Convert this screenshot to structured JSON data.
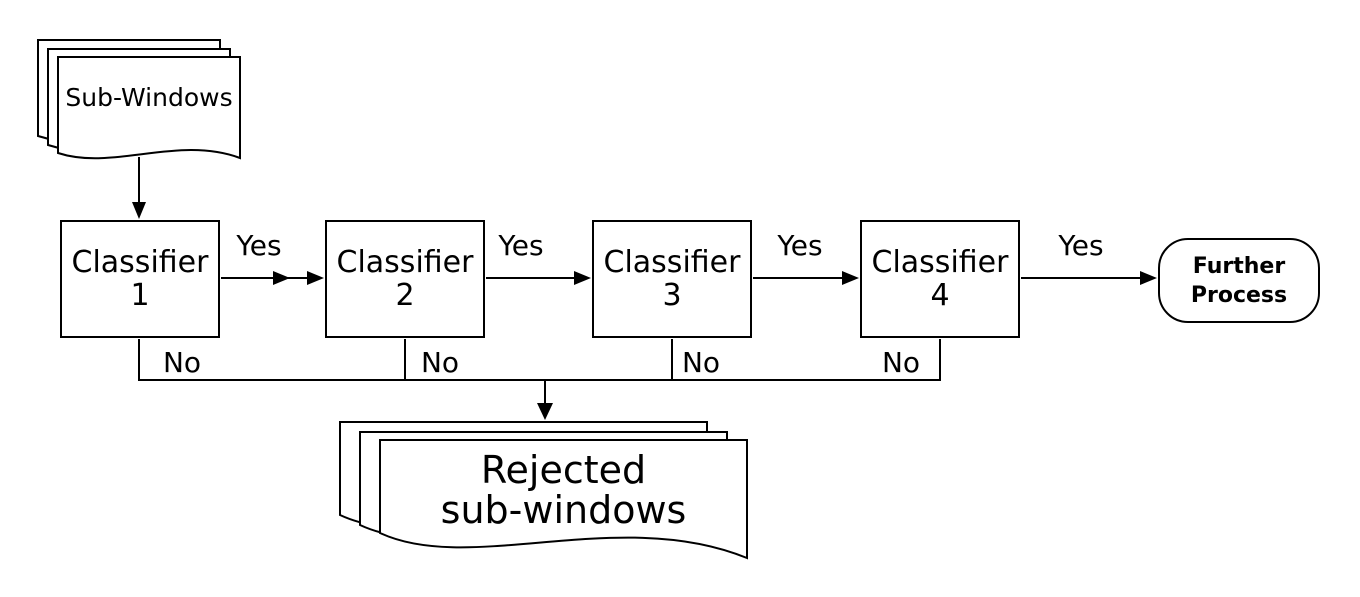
{
  "colors": {
    "line": "#000000",
    "background": "#ffffff",
    "text": "#000000"
  },
  "input_stack": {
    "label": "Sub-Windows"
  },
  "classifiers": [
    {
      "line1": "Classifier",
      "line2": "1",
      "yes": "Yes",
      "no": "No"
    },
    {
      "line1": "Classifier",
      "line2": "2",
      "yes": "Yes",
      "no": "No"
    },
    {
      "line1": "Classifier",
      "line2": "3",
      "yes": "Yes",
      "no": "No"
    },
    {
      "line1": "Classifier",
      "line2": "4",
      "yes": "Yes",
      "no": "No"
    }
  ],
  "terminal": {
    "line1": "Further",
    "line2": "Process"
  },
  "rejected_stack": {
    "line1": "Rejected",
    "line2": "sub-windows"
  }
}
